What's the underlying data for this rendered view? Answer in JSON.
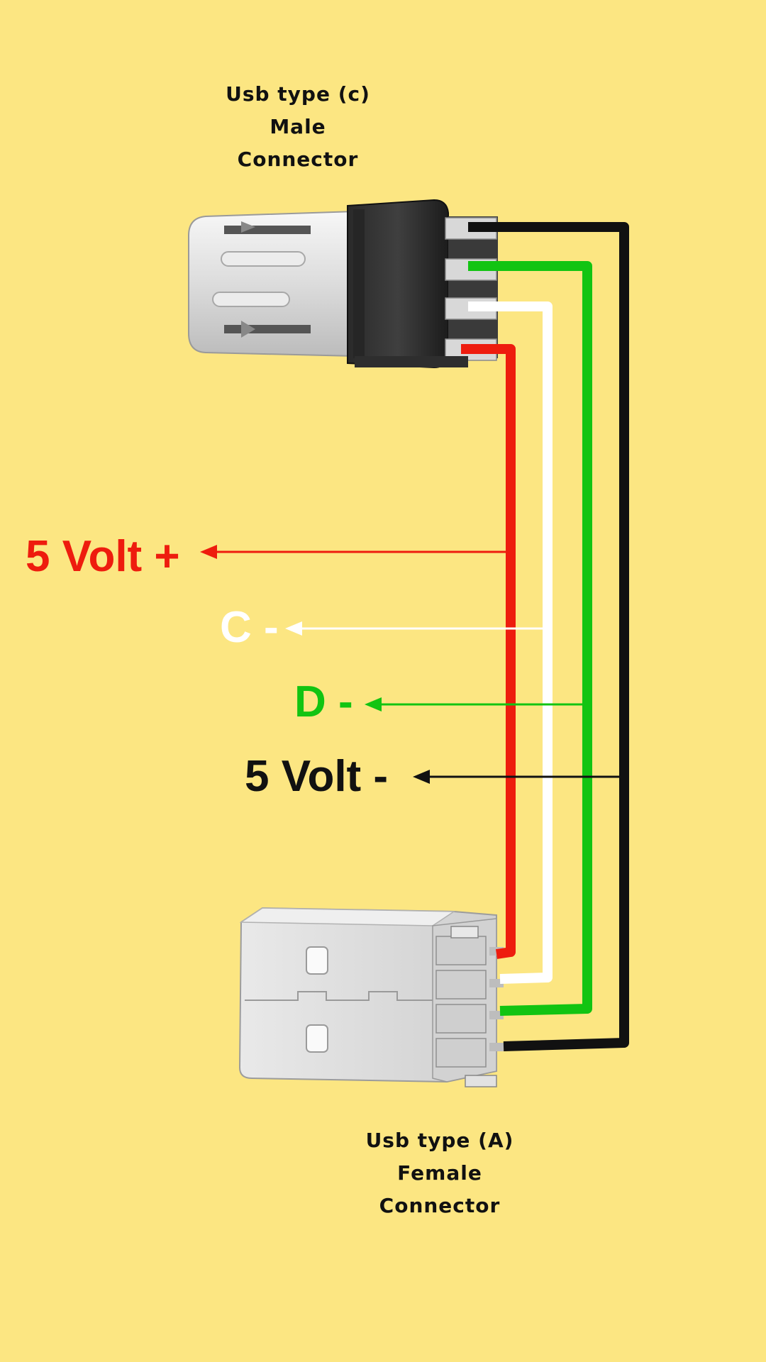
{
  "background_color": "#FCE682",
  "top_connector": {
    "lines": [
      "Usb type (c)",
      "Male",
      "Connector"
    ]
  },
  "bottom_connector": {
    "lines": [
      "Usb type (A)",
      "Female",
      "Connector"
    ]
  },
  "wires": [
    {
      "id": "red",
      "label": "5 Volt +",
      "color": "#EE1C0E"
    },
    {
      "id": "white",
      "label": "C -",
      "color": "#FFFFFF"
    },
    {
      "id": "green",
      "label": "D -",
      "color": "#12C412"
    },
    {
      "id": "black",
      "label": "5 Volt -",
      "color": "#111111"
    }
  ]
}
